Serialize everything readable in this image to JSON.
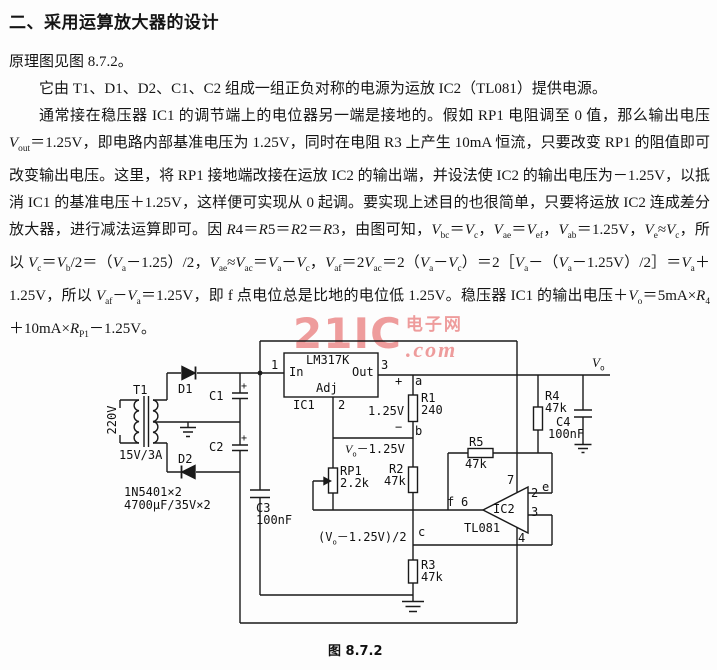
{
  "doc": {
    "title": "二、采用运算放大器的设计",
    "para_intro": "原理图见图 8.7.2。",
    "para_power": "它由 T1、D1、D2、C1、C2 组成一组正负对称的电源为运放 IC2（TL081）提供电源。",
    "para_main": "通常接在稳压器 IC1 的调节端上的电位器另一端是接地的。假如 RP1 电阻调至 0 值，那么输出电压 <i>V</i><sub>out</sub>＝1.25V，即电路内部基准电压为 1.25V，同时在电阻 R3 上产生 10mA 恒流，只要改变 RP1 的阻值即可改变输出电压。这里，将 RP1 接地端改接在运放 IC2 的输出端，并设法使 IC2 的输出电压为－1.25V，以抵消 IC1 的基准电压＋1.25V，这样便可实现从 0 起调。要实现上述目的也很简单，只要将运放 IC2 连成差分放大器，进行减法运算即可。因 <i>R</i>4＝<i>R</i>5＝<i>R</i>2＝<i>R</i>3，由图可知，<i>V</i><sub>bc</sub>＝<i>V</i><sub>c</sub>，<i>V</i><sub>ae</sub>＝<i>V</i><sub>ef</sub>，<i>V</i><sub>ab</sub>＝1.25V，<i>V</i><sub>e</sub>≈<i>V</i><sub>c</sub>，所以 <i>V</i><sub>c</sub>＝<i>V</i><sub>b</sub>/2＝（<i>V</i><sub>a</sub>－1.25）/2，<i>V</i><sub>ae</sub>≈<i>V</i><sub>ac</sub>＝<i>V</i><sub>a</sub>－<i>V</i><sub>c</sub>，<i>V</i><sub>af</sub>＝2<i>V</i><sub>ac</sub>＝2（<i>V</i><sub>a</sub>－<i>V</i><sub>c</sub>）＝2［<i>V</i><sub>a</sub>－（<i>V</i><sub>a</sub>－1.25V）/2］＝<i>V</i><sub>a</sub>＋1.25V，所以 <i>V</i><sub>af</sub>－<i>V</i><sub>a</sub>＝1.25V，即 f 点电位总是比地的电位低 1.25V。稳压器 IC1 的输出电压＋<i>V</i><sub>o</sub>＝5mA×<i>R</i><sub>4</sub>＋10mA×<i>R</i><sub>P1</sub>－1.25V。"
  },
  "watermark": {
    "big": "21IC",
    "cn": "电子网",
    "com": ".com",
    "color": "#e45c5c"
  },
  "schematic": {
    "caption": "图 8.7.2",
    "labels": {
      "t1": "T1",
      "primary_voltage": "220V",
      "secondary_rating": "15V/3A",
      "d1": "D1",
      "d2": "D2",
      "c1": "C1",
      "c1_plus": "+",
      "c2": "C2",
      "c2_plus": "+",
      "diode_part": "1N5401×2",
      "cap_part": "4700μF/35V×2",
      "pin1": "1",
      "pin2": "2",
      "pin3": "3",
      "reg_in": "In",
      "reg_out": "Out",
      "reg_adj": "Adj",
      "reg_model": "LM317K",
      "ic1": "IC1",
      "c3_name": "C3",
      "c3_val": "100nF",
      "vref": "1.25V",
      "plus_a": "+",
      "node_a": "a",
      "minus_b": "−",
      "node_b": "b",
      "node_c": "c",
      "node_e": "e",
      "node_f": "f",
      "r1_name": "R1",
      "r1_val": "240",
      "r2_name": "R2",
      "r2_val": "47k",
      "r3_name": "R3",
      "r3_val": "47k",
      "r4_name": "R4",
      "r4_val": "47k",
      "r5_name": "R5",
      "r5_val": "47k",
      "rp1_name": "RP1",
      "rp1_val": "2.2k",
      "c4_name": "C4",
      "c4_val": "100nF",
      "vb_html": "<i>V</i><sub>o</sub>－1.25V",
      "vc_html": "(V<sub>o</sub>－1.25V)/2",
      "vo_html": "<i>V</i><sub>o</sub>",
      "op_pin7": "7",
      "op_pin2": "2",
      "op_pin3": "3",
      "op_pin4": "4",
      "op_pin6": "6",
      "ic2": "IC2",
      "op_model": "TL081"
    }
  }
}
